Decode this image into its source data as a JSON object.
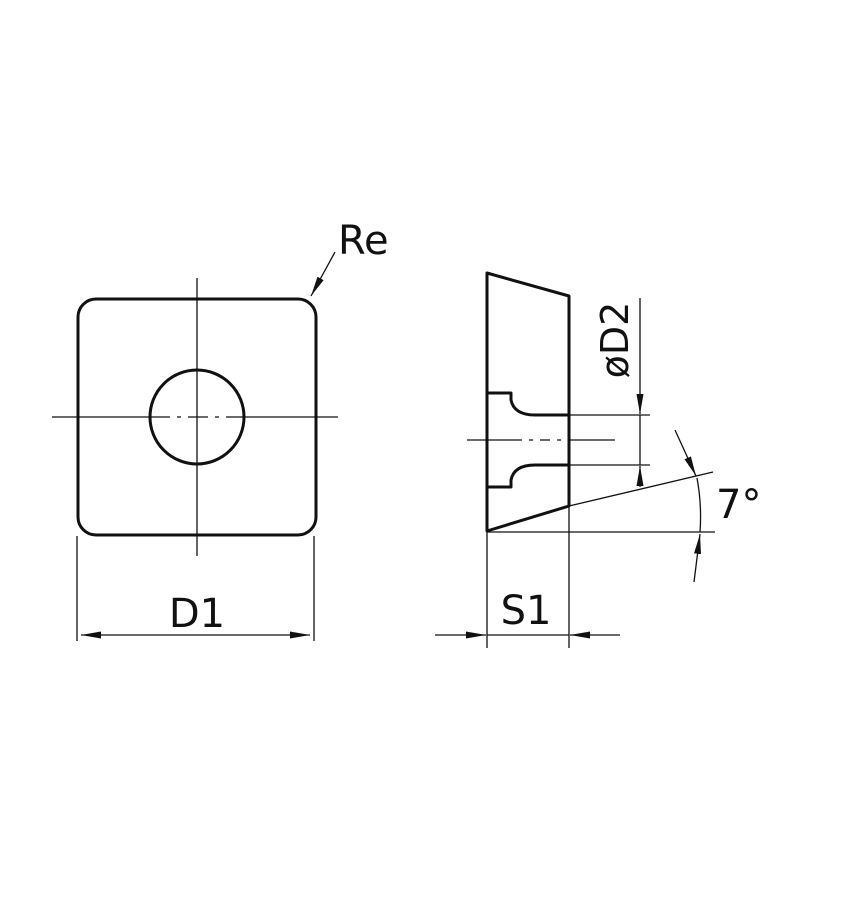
{
  "diagram": {
    "subject": "square indexable cutting insert, front and side views",
    "colors": {
      "insert_fill": "#F9C700",
      "line": "#111111",
      "background": "#FFFFFF",
      "hole_fill": "#FFFFFF"
    },
    "front_view": {
      "corner_radius_label": "Re",
      "width_label": "D1"
    },
    "side_view": {
      "hole_diameter_label": "øD2",
      "thickness_label": "S1",
      "clearance_angle_label": "7°"
    }
  }
}
